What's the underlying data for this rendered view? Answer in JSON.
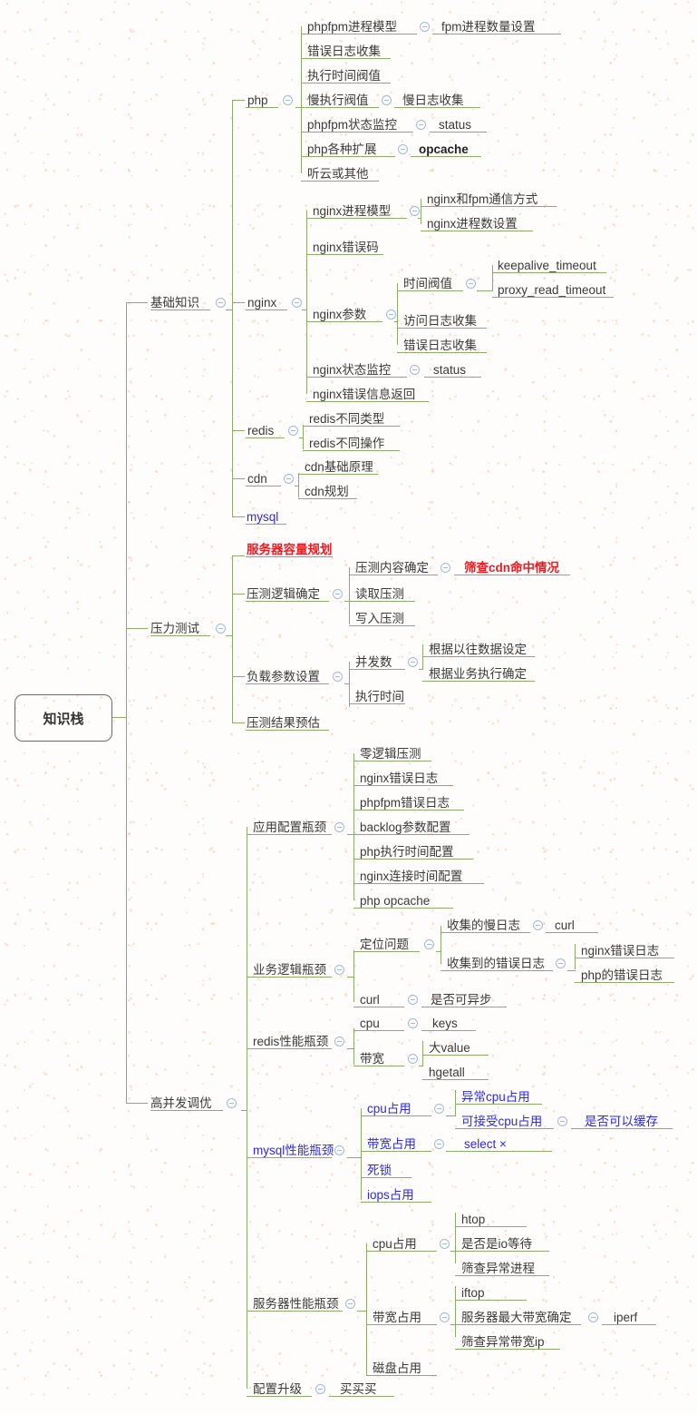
{
  "title": "知识栈",
  "icons": {
    "collapse": "circle-minus-icon"
  },
  "colors": {
    "branch_line": "#8aad6b",
    "toggle": "#9fb9dd",
    "text": "#3a3a3a",
    "blue_text": "#2a2ae8",
    "red_text": "#ec1c24",
    "root_border": "#6b6b6b",
    "paper": "#fffdfb"
  },
  "root": {
    "label": "知识栈"
  },
  "nodes": {
    "n0": {
      "label": "phpfpm进程模型"
    },
    "n1": {
      "label": "fpm进程数量设置"
    },
    "n2": {
      "label": "错误日志收集"
    },
    "n3": {
      "label": "执行时间阀值"
    },
    "n4": {
      "label": "慢执行阀值"
    },
    "n5": {
      "label": "慢日志收集"
    },
    "n6": {
      "label": "phpfpm状态监控"
    },
    "n7": {
      "label": "status"
    },
    "n8": {
      "label": "php各种扩展"
    },
    "n9": {
      "label": "opcache"
    },
    "n10": {
      "label": "听云或其他"
    },
    "n11": {
      "label": "php"
    },
    "n12": {
      "label": "nginx进程模型"
    },
    "n13": {
      "label": "nginx和fpm通信方式"
    },
    "n14": {
      "label": "nginx进程数设置"
    },
    "n15": {
      "label": "nginx错误码"
    },
    "n16": {
      "label": "时间阀值"
    },
    "n17": {
      "label": "keepalive_timeout"
    },
    "n18": {
      "label": "proxy_read_timeout"
    },
    "n19": {
      "label": "nginx参数"
    },
    "n20": {
      "label": "访问日志收集"
    },
    "n21": {
      "label": "错误日志收集"
    },
    "n22": {
      "label": "nginx状态监控"
    },
    "n23": {
      "label": "status"
    },
    "n24": {
      "label": "nginx错误信息返回"
    },
    "n25": {
      "label": "nginx"
    },
    "n26": {
      "label": "基础知识"
    },
    "n27": {
      "label": "redis"
    },
    "n28": {
      "label": "redis不同类型"
    },
    "n29": {
      "label": "redis不同操作"
    },
    "n30": {
      "label": "cdn"
    },
    "n31": {
      "label": "cdn基础原理"
    },
    "n32": {
      "label": "cdn规划"
    },
    "n33": {
      "label": "mysql"
    },
    "n34": {
      "label": "服务器容量规划"
    },
    "n35": {
      "label": "压测内容确定"
    },
    "n36": {
      "label": "筛查cdn命中情况"
    },
    "n37": {
      "label": "压测逻辑确定"
    },
    "n38": {
      "label": "读取压测"
    },
    "n39": {
      "label": "写入压测"
    },
    "n40": {
      "label": "压力测试"
    },
    "n41": {
      "label": "并发数"
    },
    "n42": {
      "label": "根据以往数据设定"
    },
    "n43": {
      "label": "根据业务执行确定"
    },
    "n44": {
      "label": "负载参数设置"
    },
    "n45": {
      "label": "执行时间"
    },
    "n46": {
      "label": "压测结果预估"
    },
    "n47": {
      "label": "零逻辑压测"
    },
    "n48": {
      "label": "nginx错误日志"
    },
    "n49": {
      "label": "phpfpm错误日志"
    },
    "n50": {
      "label": "backlog参数配置"
    },
    "n51": {
      "label": "php执行时间配置"
    },
    "n52": {
      "label": "nginx连接时间配置"
    },
    "n53": {
      "label": "php opcache"
    },
    "n54": {
      "label": "应用配置瓶颈"
    },
    "n55": {
      "label": "收集的慢日志"
    },
    "n56": {
      "label": "curl"
    },
    "n57": {
      "label": "定位问题"
    },
    "n58": {
      "label": "收集到的错误日志"
    },
    "n59": {
      "label": "nginx错误日志"
    },
    "n60": {
      "label": "php的错误日志"
    },
    "n61": {
      "label": "业务逻辑瓶颈"
    },
    "n62": {
      "label": "curl"
    },
    "n63": {
      "label": "是否可异步"
    },
    "n64": {
      "label": "cpu"
    },
    "n65": {
      "label": "keys"
    },
    "n66": {
      "label": "redis性能瓶颈"
    },
    "n67": {
      "label": "带宽"
    },
    "n68": {
      "label": "大value"
    },
    "n69": {
      "label": "hgetall"
    },
    "n70": {
      "label": "cpu占用"
    },
    "n71": {
      "label": "异常cpu占用"
    },
    "n72": {
      "label": "可接受cpu占用"
    },
    "n73": {
      "label": "是否可以缓存"
    },
    "n74": {
      "label": "mysql性能瓶颈"
    },
    "n75": {
      "label": "带宽占用"
    },
    "n76": {
      "label": "select ×"
    },
    "n77": {
      "label": "死锁"
    },
    "n78": {
      "label": "iops占用"
    },
    "n79": {
      "label": "高并发调优"
    },
    "n80": {
      "label": "cpu占用"
    },
    "n81": {
      "label": "htop"
    },
    "n82": {
      "label": "是否是io等待"
    },
    "n83": {
      "label": "筛查异常进程"
    },
    "n84": {
      "label": "服务器性能瓶颈"
    },
    "n85": {
      "label": "带宽占用"
    },
    "n86": {
      "label": "iftop"
    },
    "n87": {
      "label": "服务器最大带宽确定"
    },
    "n88": {
      "label": "iperf"
    },
    "n89": {
      "label": "筛查异常带宽ip"
    },
    "n90": {
      "label": "磁盘占用"
    },
    "n91": {
      "label": "配置升级"
    },
    "n92": {
      "label": "买买买"
    }
  }
}
